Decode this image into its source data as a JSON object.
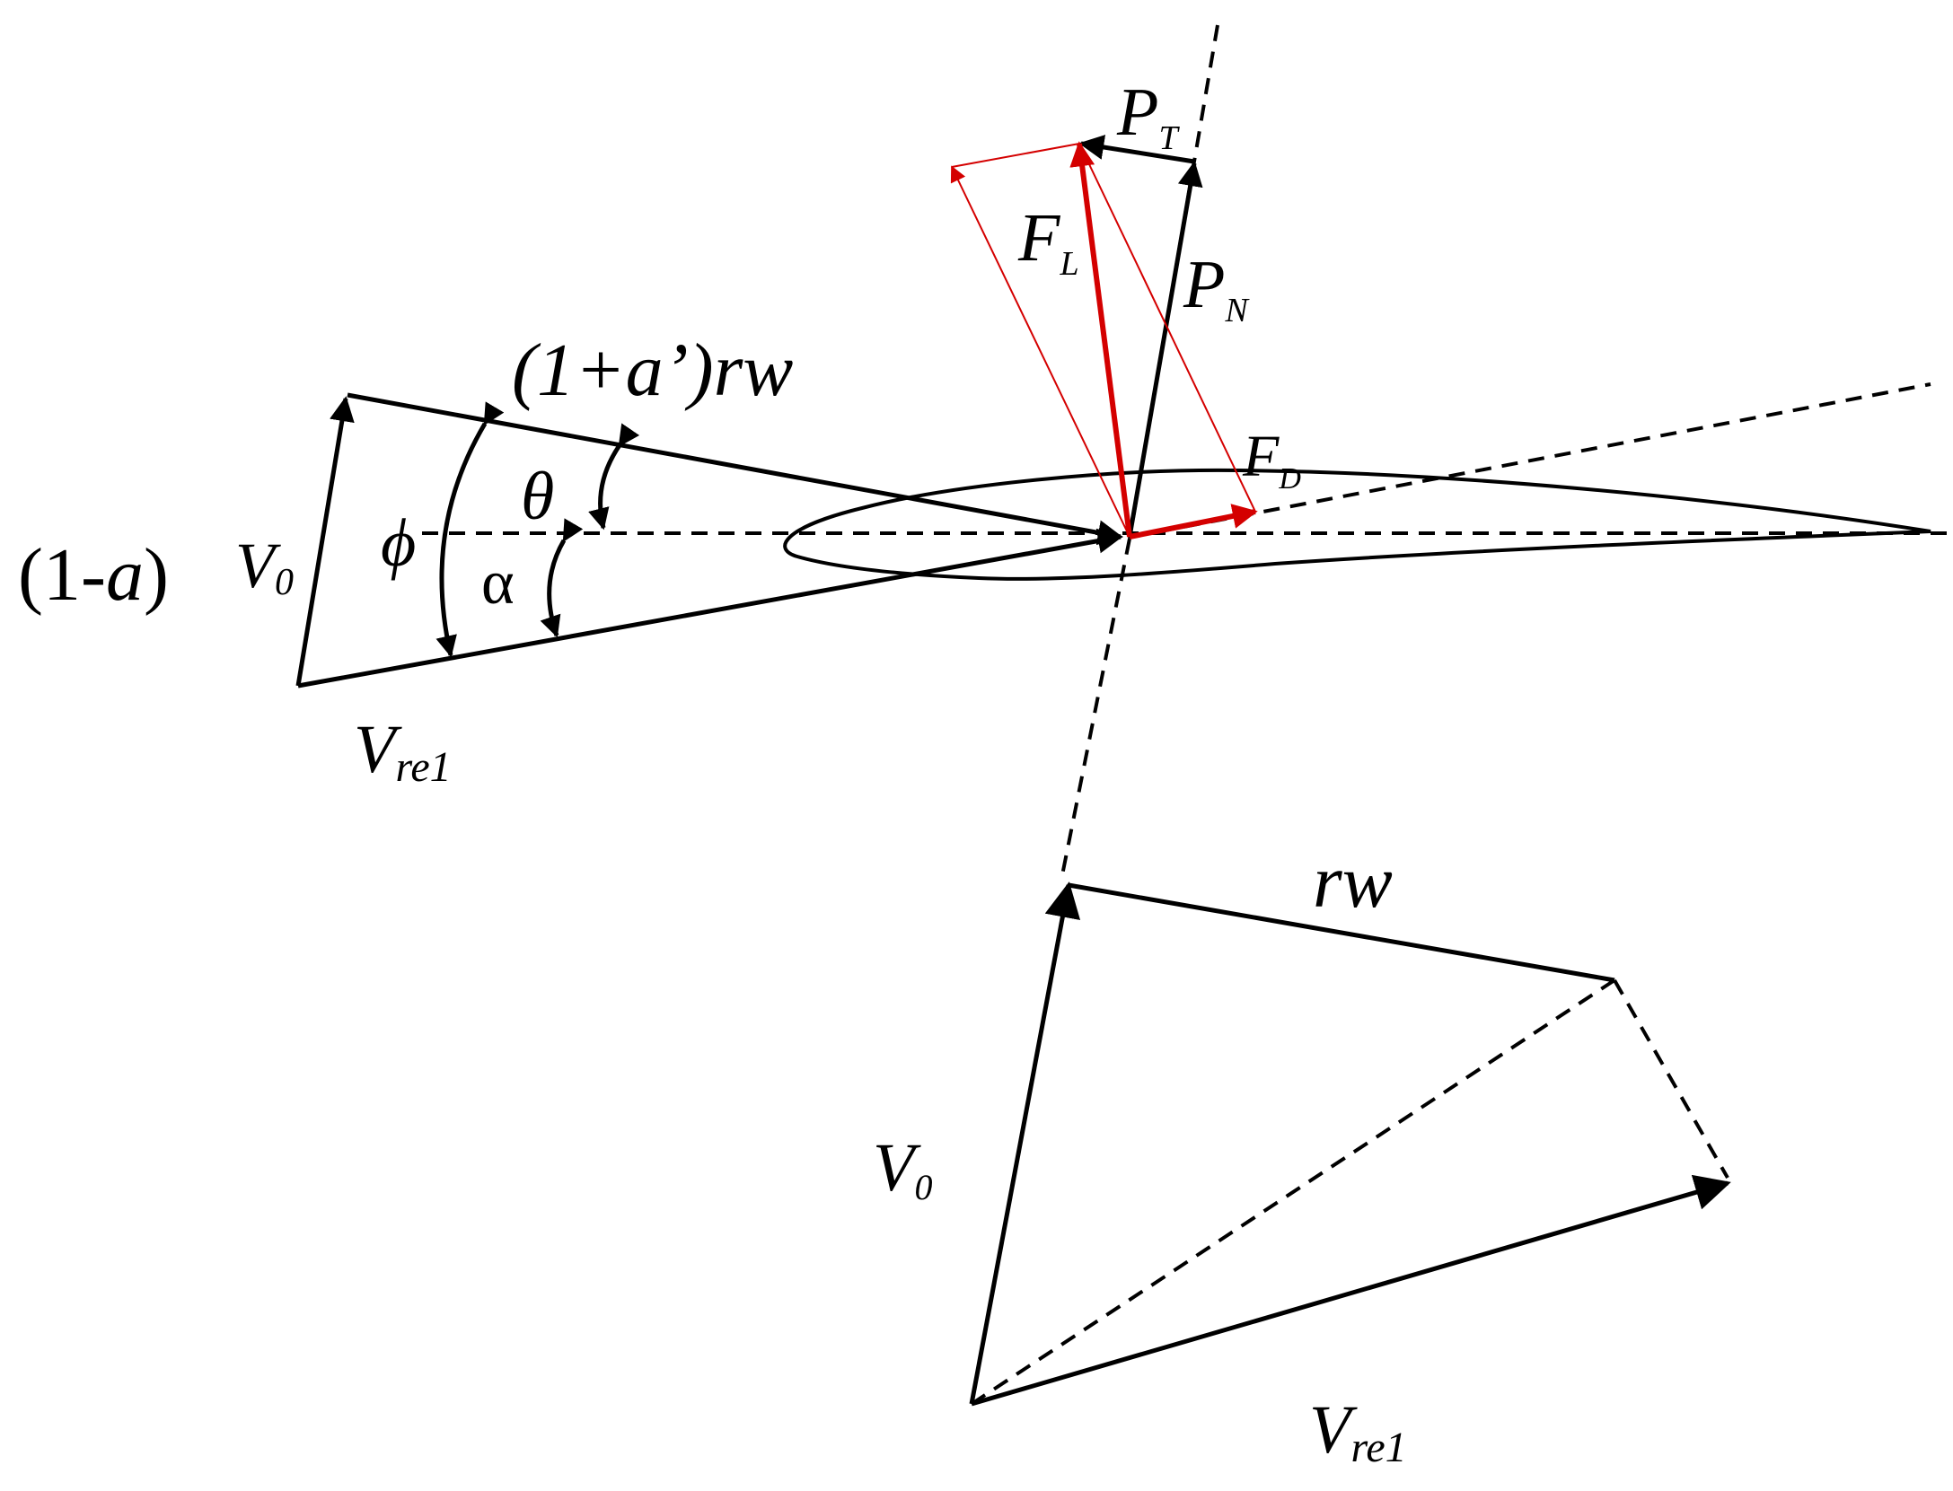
{
  "labels": {
    "one_minus_a_open": "(1-",
    "one_minus_a_var": "a",
    "one_minus_a_close": ")",
    "v0_main": "V",
    "v0_sub": "0",
    "one_plus_a_prime_rw": "(1+a’)rw",
    "phi": "ϕ",
    "theta": "θ",
    "alpha": "α",
    "vrel_main": "V",
    "vrel_sub": "re1",
    "pt_main": "P",
    "pt_sub": "T",
    "pn_main": "P",
    "pn_sub": "N",
    "fl_main": "F",
    "fl_sub": "L",
    "fd_main": "F",
    "fd_sub": "D",
    "rw": "rw",
    "v0_lower_main": "V",
    "v0_lower_sub": "0",
    "vrel_lower_main": "V",
    "vrel_lower_sub": "re1"
  },
  "colors": {
    "ink": "#000000",
    "force": "#d40000"
  }
}
